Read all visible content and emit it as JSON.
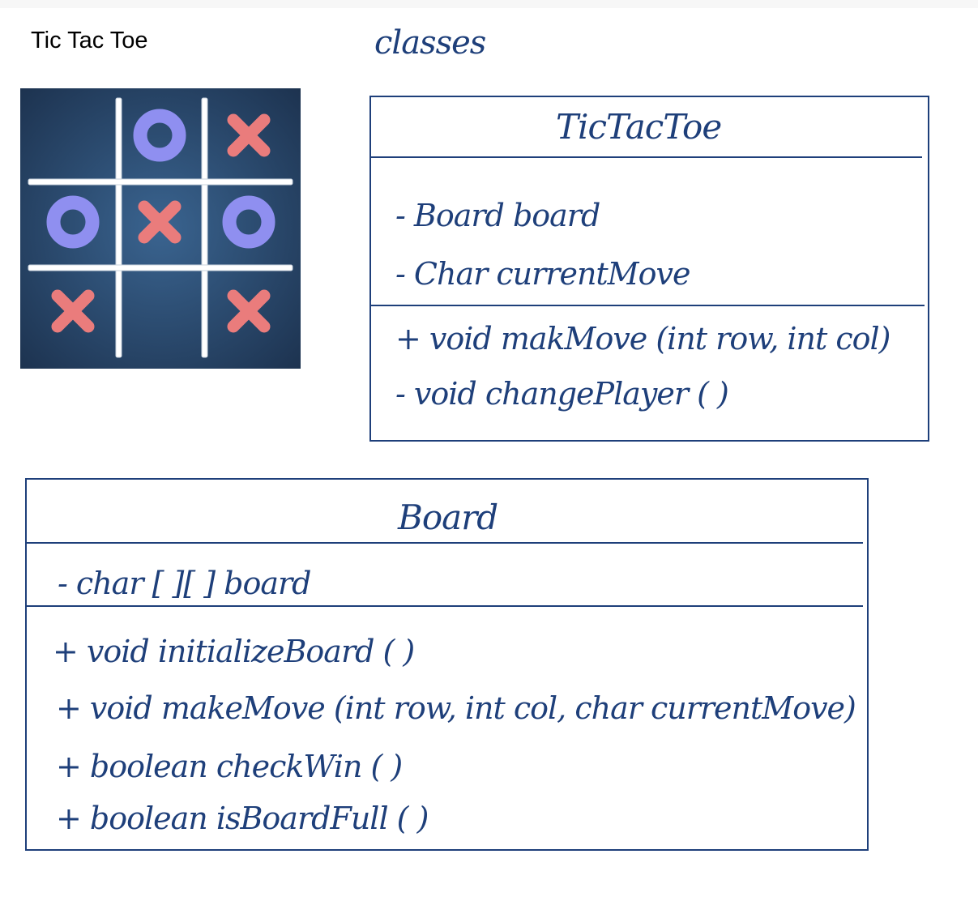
{
  "title": "Tic Tac Toe",
  "classes_label": "classes",
  "colors": {
    "ink": "#1e3f7a",
    "tile_bg": "#2c4f78",
    "o_mark": "#8f8ff0",
    "x_mark": "#ea7c7c",
    "grid": "#ffffff"
  },
  "board_icon": {
    "cells": [
      [
        "",
        "O",
        "X"
      ],
      [
        "O",
        "X",
        "O"
      ],
      [
        "X",
        "",
        "X"
      ]
    ]
  },
  "tictactoe": {
    "name": "TicTacToe",
    "attributes": [
      "- Board board",
      "- Char currentMove"
    ],
    "methods": [
      "+ void makMove (int row, int col)",
      "- void changePlayer ( )"
    ]
  },
  "board": {
    "name": "Board",
    "attributes": [
      "- char [ ][ ] board"
    ],
    "methods": [
      "+ void initializeBoard ( )",
      "+ void makeMove (int row, int col, char currentMove)",
      "+ boolean checkWin ( )",
      "+ boolean isBoardFull ( )"
    ]
  }
}
